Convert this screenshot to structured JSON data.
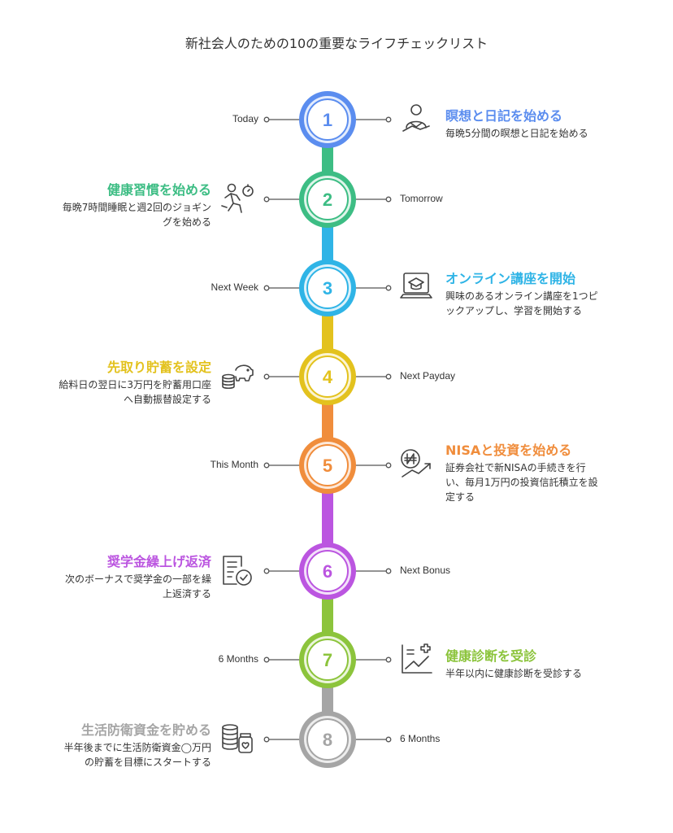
{
  "title": "新社会人のための10の重要なライフチェックリスト",
  "colors": {
    "line": "#555555",
    "text": "#333333"
  },
  "items": [
    {
      "number": "1",
      "time": "Today",
      "title": "瞑想と日記を始める",
      "desc": [
        "毎晩5分間の瞑想と日記を始める"
      ],
      "color": "#5b8def",
      "fill": "#e3ecfd",
      "side": "right",
      "icon": "person-meditation-icon"
    },
    {
      "number": "2",
      "time": "Tomorrow",
      "title": "健康習慣を始める",
      "desc": [
        "毎晩7時間睡眠と週2回のジョギン",
        "グを始める"
      ],
      "color": "#3dbd84",
      "fill": "#dff5ea",
      "side": "left",
      "icon": "runner-stopwatch-icon"
    },
    {
      "number": "3",
      "time": "Next Week",
      "title": "オンライン講座を開始",
      "desc": [
        "興味のあるオンライン講座を1つピ",
        "ックアップし、学習を開始する"
      ],
      "color": "#2fb4e6",
      "fill": "#dcf2fb",
      "side": "right",
      "icon": "laptop-graduation-icon"
    },
    {
      "number": "4",
      "time": "Next Payday",
      "title": "先取り貯蓄を設定",
      "desc": [
        "給料日の翌日に3万円を貯蓄用口座",
        "へ自動振替設定する"
      ],
      "color": "#e3c21e",
      "fill": "#fbf4d3",
      "side": "left",
      "icon": "piggy-bank-coins-icon"
    },
    {
      "number": "5",
      "time": "This Month",
      "title": "NISAと投資を始める",
      "desc": [
        "証券会社で新NISAの手続きを行",
        "い、毎月1万円の投資信託積立を設",
        "定する"
      ],
      "color": "#f08d3c",
      "fill": "#fde8d8",
      "side": "right",
      "icon": "currency-growth-icon"
    },
    {
      "number": "6",
      "time": "Next Bonus",
      "title": "奨学金繰上げ返済",
      "desc": [
        "次のボーナスで奨学金の一部を繰",
        "上返済する"
      ],
      "color": "#bb55e0",
      "fill": "#f3e1fa",
      "side": "left",
      "icon": "document-check-icon"
    },
    {
      "number": "7",
      "time": "6 Months",
      "title": "健康診断を受診",
      "desc": [
        "半年以内に健康診断を受診する"
      ],
      "color": "#8cc43c",
      "fill": "#ebf5dc",
      "side": "right",
      "icon": "health-chart-icon"
    },
    {
      "number": "8",
      "time": "6 Months",
      "title": "生活防衛資金を貯める",
      "desc": [
        "半年後までに生活防衛資金◯万円",
        "の貯蓄を目標にスタートする"
      ],
      "color": "#a5a5a5",
      "fill": "#ededed",
      "side": "left",
      "icon": "coins-savings-jar-icon"
    }
  ]
}
